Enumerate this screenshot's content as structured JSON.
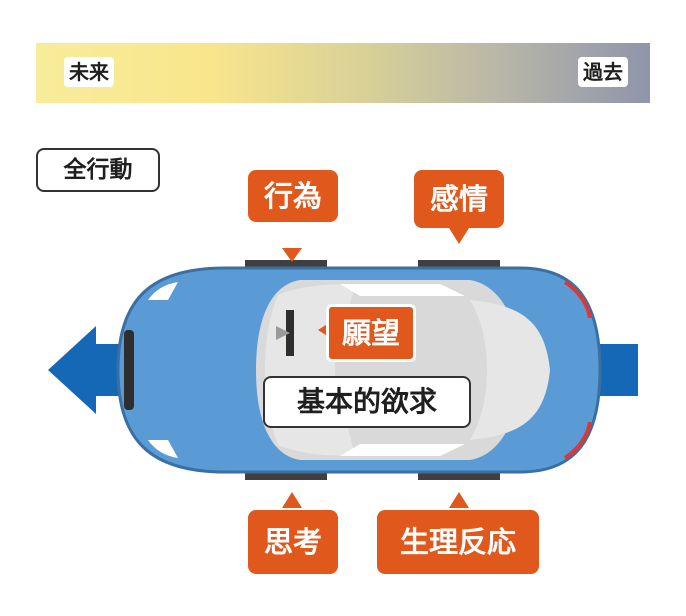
{
  "timeline": {
    "future": "未来",
    "past": "過去"
  },
  "whole_action": "全行動",
  "wheels": {
    "front_top": "行為",
    "rear_top": "感情",
    "front_bottom": "思考",
    "rear_bottom": "生理反応"
  },
  "steering": "願望",
  "engine": "基本的欲求",
  "colors": {
    "car_body": "#5b9bd5",
    "car_outline": "#3a6fa3",
    "arrow": "#1568b5",
    "tag": "#e0581c"
  }
}
